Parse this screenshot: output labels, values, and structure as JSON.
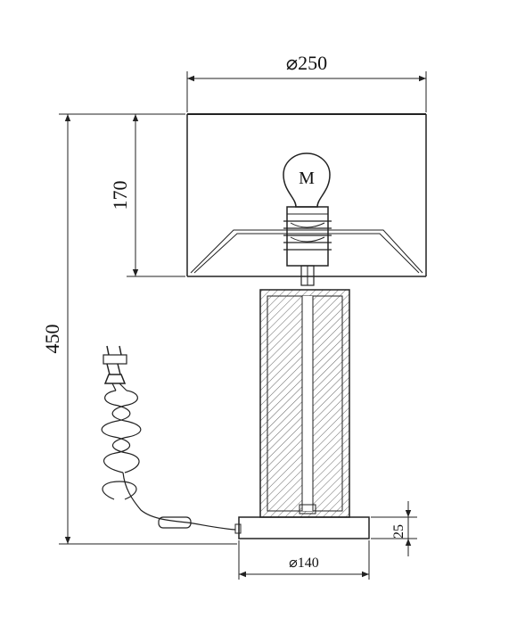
{
  "dimensions": {
    "shade_diameter": "⌀250",
    "shade_height": "170",
    "total_height": "450",
    "base_height": "25",
    "base_diameter": "⌀140"
  },
  "bulb_mark": "M",
  "colors": {
    "line": "#222222",
    "background": "#ffffff"
  }
}
